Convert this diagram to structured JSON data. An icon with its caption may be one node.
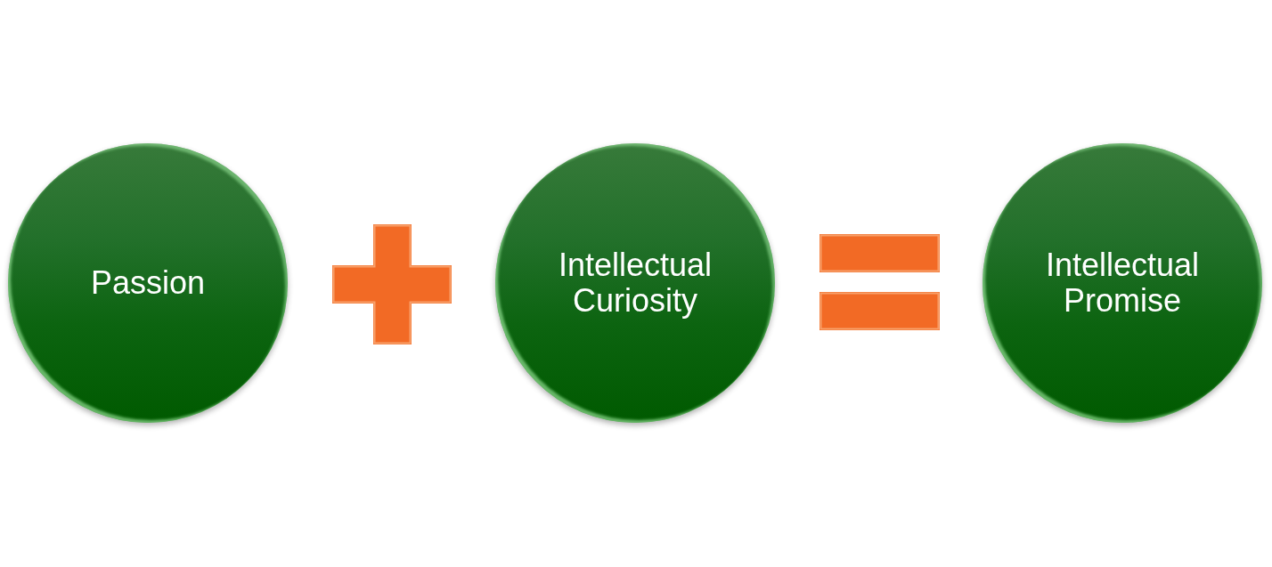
{
  "diagram": {
    "nodes": [
      {
        "text": [
          "Passion"
        ]
      },
      {
        "text": [
          "Intellectual Curiosity"
        ]
      },
      {
        "text": [
          "Intellectual Promise"
        ]
      }
    ]
  }
}
